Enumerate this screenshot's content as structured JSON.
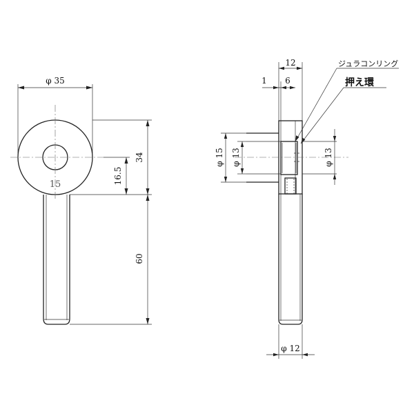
{
  "left_view": {
    "dim_outer_diameter": "φ 35",
    "dim_total_height": "34",
    "dim_center_height": "16.5",
    "dim_shank_length": "60",
    "marking": "15"
  },
  "right_view": {
    "dim_width": "12",
    "dim_left_offset": "1",
    "dim_collar": "6",
    "label_ring": "ジュラコンリング",
    "label_retainer": "押え環",
    "dim_flange_diameter": "φ 15",
    "dim_bore_left": "φ 13",
    "dim_bore_right": "φ 13",
    "dim_shank_diameter": "φ 12"
  }
}
